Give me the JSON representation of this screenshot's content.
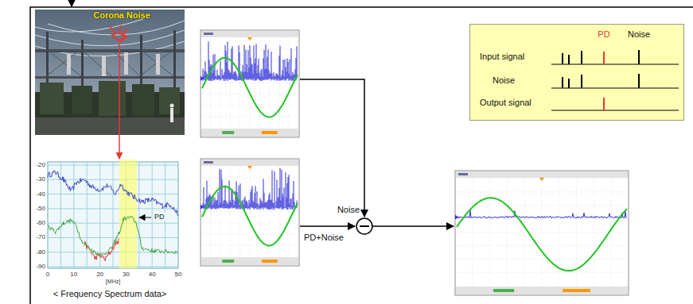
{
  "diagram": {
    "nodes": [
      {
        "text": [
          "PD",
          "Noise",
          "Input signal",
          "Noise",
          "Output signal"
        ]
      }
    ],
    "labels": [
      "Corona Noise",
      "-20",
      "-30",
      "-40",
      "-50",
      "-60",
      "-70",
      "-80",
      "-90",
      "0",
      "10",
      "20",
      "30",
      "40",
      "50",
      "[MHz]",
      "PD",
      "< Frequency Spectrum data>",
      "Noise",
      "PD+Noise"
    ]
  }
}
